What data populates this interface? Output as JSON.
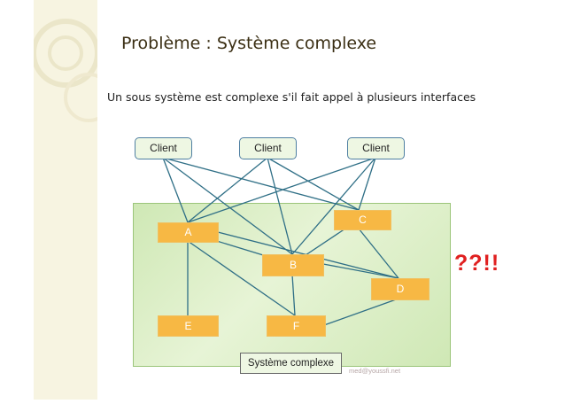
{
  "title": "Problème : Système complexe",
  "subtitle": "Un sous système est complexe s'il fait appel à plusieurs interfaces",
  "clients": [
    "Client",
    "Client",
    "Client"
  ],
  "nodes": {
    "A": "A",
    "B": "B",
    "C": "C",
    "D": "D",
    "E": "E",
    "F": "F"
  },
  "subsystem_label": "Système complexe",
  "annotation": "??!!",
  "email": "med@youssfi.net",
  "colors": {
    "node_fill": "#f7b844",
    "line": "#2f6f86",
    "area": "#d9eec6",
    "alert": "#e02020"
  }
}
